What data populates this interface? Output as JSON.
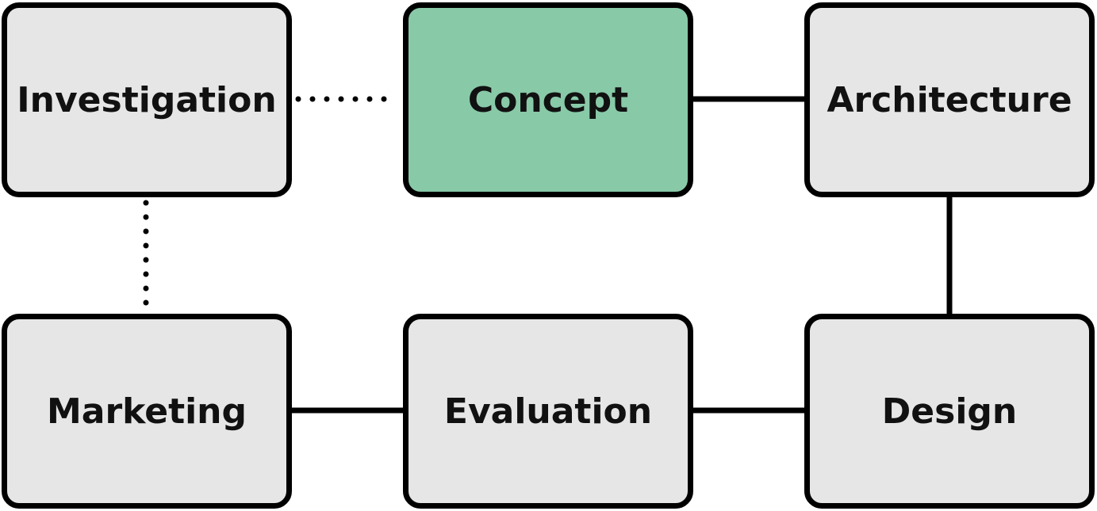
{
  "nodes": {
    "investigation": {
      "label": "Investigation",
      "fill": "#e6e6e6"
    },
    "concept": {
      "label": "Concept",
      "fill": "#88c9a8"
    },
    "architecture": {
      "label": "Architecture",
      "fill": "#e6e6e6"
    },
    "marketing": {
      "label": "Marketing",
      "fill": "#e6e6e6"
    },
    "evaluation": {
      "label": "Evaluation",
      "fill": "#e6e6e6"
    },
    "design": {
      "label": "Design",
      "fill": "#e6e6e6"
    }
  },
  "connections": [
    {
      "from": "investigation",
      "to": "concept",
      "style": "dotted"
    },
    {
      "from": "concept",
      "to": "architecture",
      "style": "solid"
    },
    {
      "from": "architecture",
      "to": "design",
      "style": "solid"
    },
    {
      "from": "design",
      "to": "evaluation",
      "style": "solid"
    },
    {
      "from": "evaluation",
      "to": "marketing",
      "style": "solid"
    },
    {
      "from": "marketing",
      "to": "investigation",
      "style": "dotted"
    }
  ],
  "colors": {
    "border": "#000000",
    "node_default": "#e6e6e6",
    "node_highlight": "#88c9a8",
    "text": "#111111"
  }
}
